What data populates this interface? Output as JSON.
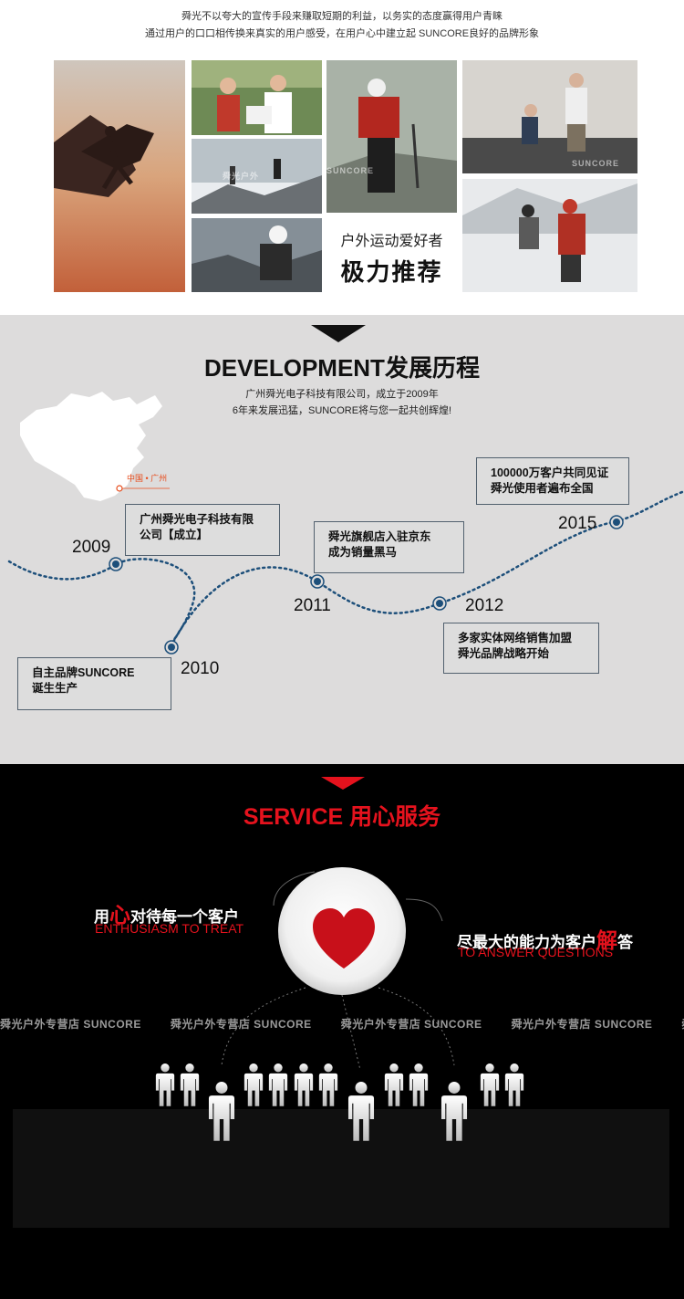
{
  "intro": {
    "line1": "舜光不以夸大的宣传手段来赚取短期的利益，以务实的态度赢得用户青睐",
    "line2": "通过用户的口口相传换来真实的用户感受，在用户心中建立起 SUNCORE良好的品牌形象"
  },
  "photos": {
    "watermark_text": "SUNCORE",
    "watermark_cn": "舜光户外",
    "promo_sub": "户外运动爱好者",
    "promo_main": "极力推荐"
  },
  "development": {
    "title": "DEVELOPMENT发展历程",
    "intro_line1": "广州舜光电子科技有限公司，成立于2009年",
    "intro_line2": "6年来发展迅猛，SUNCORE将与您一起共创辉煌!",
    "map_label": "中国 • 广州",
    "milestones": [
      {
        "year": "2009",
        "line1": "广州舜光电子科技有限",
        "line2": "公司【成立】"
      },
      {
        "year": "2010",
        "line1": "自主品牌SUNCORE",
        "line2": "诞生生产"
      },
      {
        "year": "2011",
        "line1": "舜光旗舰店入驻京东",
        "line2": "成为销量黑马"
      },
      {
        "year": "2012",
        "line1": "多家实体网络销售加盟",
        "line2": "舜光品牌战略开始"
      },
      {
        "year": "2015",
        "line1": "100000万客户共同见证",
        "line2": "舜光使用者遍布全国"
      }
    ]
  },
  "service": {
    "title": "SERVICE 用心服务",
    "left": {
      "pre": "用",
      "big": "心",
      "post": "对待每一个客户",
      "en": "ENTHUSIASM TO TREAT"
    },
    "right": {
      "pre": "尽最大的能力为客户",
      "big": "解",
      "post": "答",
      "en": "TO ANSWER QUESTIONS"
    },
    "watermark": "舜光户外专营店 SUNCORE"
  },
  "colors": {
    "accent_red": "#e5121d",
    "timeline_blue": "#1d4f7a",
    "dev_bg": "#dddcdc"
  }
}
